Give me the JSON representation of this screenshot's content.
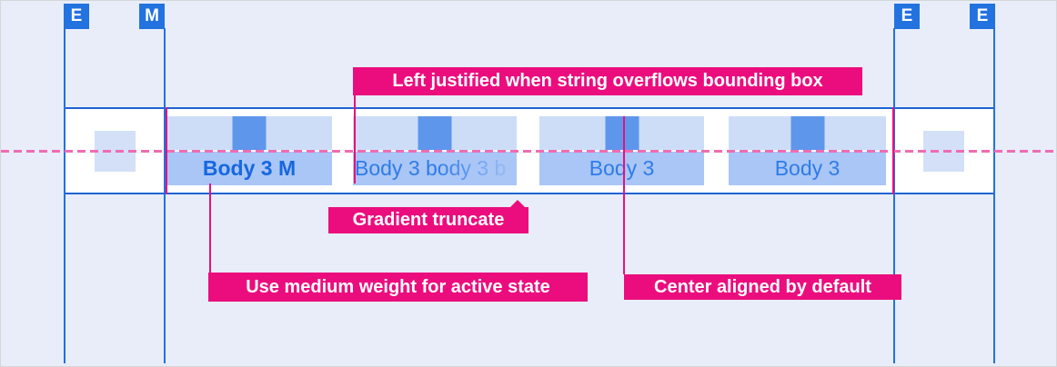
{
  "guide_markers": [
    {
      "label": "E"
    },
    {
      "label": "M"
    },
    {
      "label": "E"
    },
    {
      "label": "E"
    }
  ],
  "tabs": [
    {
      "label": "Body 3 M",
      "active": true,
      "truncated": false
    },
    {
      "label": "Body 3 body 3 b",
      "active": false,
      "truncated": true
    },
    {
      "label": "Body 3",
      "active": false,
      "truncated": false
    },
    {
      "label": "Body 3",
      "active": false,
      "truncated": false
    }
  ],
  "annotations": {
    "left_justified": "Left justified when string overflows bounding box",
    "gradient_truncate": "Gradient truncate",
    "medium_weight": "Use medium weight for active state",
    "center_aligned": "Center aligned by default"
  },
  "colors": {
    "background": "#E8EDF9",
    "guide_blue": "#2272E0",
    "bar_border": "#1E63D4",
    "bar_background": "#FFFFFF",
    "icon_strip": "#CDDDF8",
    "text_strip": "#A9C6F6",
    "icon_square": "#5E96EC",
    "placeholder_square": "#D3E0F8",
    "tab_text": "#2F7BE8",
    "tab_text_active": "#1767DF",
    "annotation_magenta": "#EB0D7E",
    "leader_magenta": "#E8107F",
    "dashed_pink": "#EE6CB2"
  }
}
